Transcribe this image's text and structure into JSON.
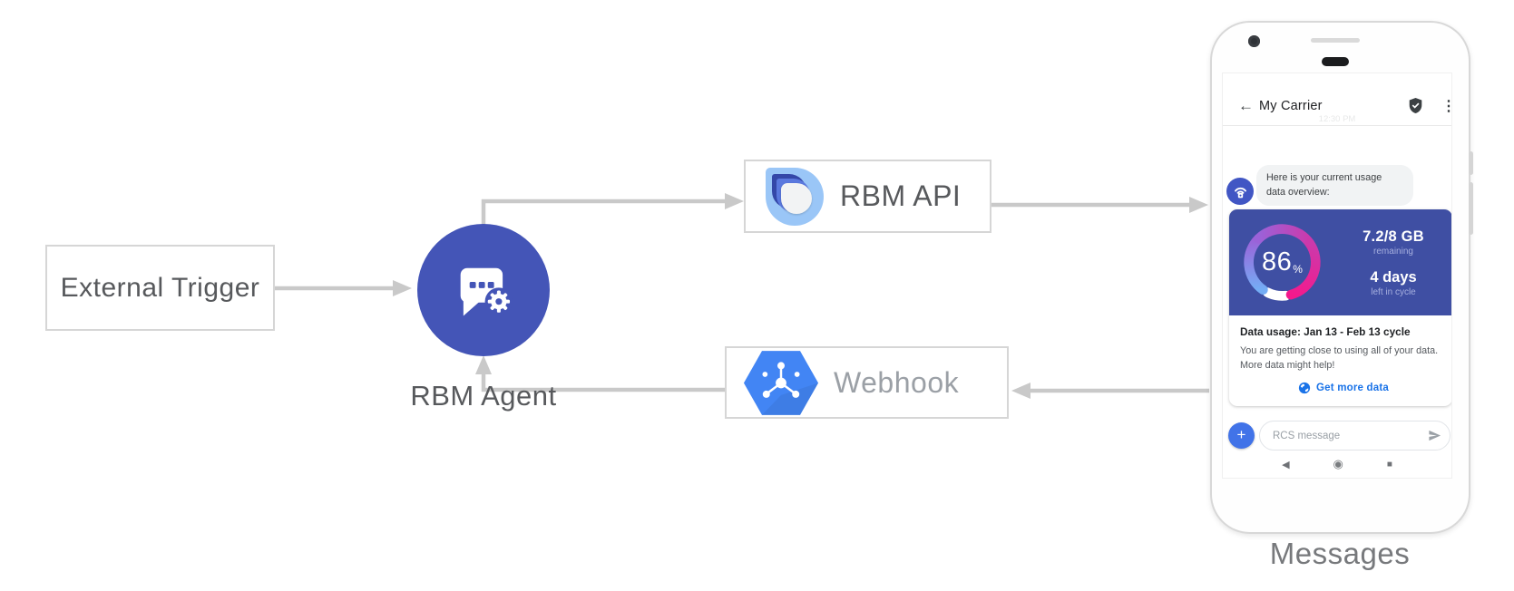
{
  "diagram": {
    "nodes": {
      "external_trigger": "External Trigger",
      "rbm_agent": "RBM Agent",
      "rbm_api": "RBM API",
      "webhook": "Webhook"
    },
    "caption": "Messages"
  },
  "phone": {
    "status_glyphs": [
      "■",
      "●",
      "▼"
    ],
    "header": {
      "back_glyph": "←",
      "title": "My Carrier",
      "menu_glyph": "⋮"
    },
    "timestamp": "12:30 PM",
    "bot_message": "Here is your current usage data overview:",
    "usage_card": {
      "percent": "86",
      "percent_symbol": "%",
      "amount": "7.2/8 GB",
      "amount_caption": "remaining",
      "days": "4 days",
      "days_caption": "left in cycle",
      "title": "Data usage: Jan 13 - Feb 13 cycle",
      "body_line1": "You are getting close to using all of your data.",
      "body_line2": "More data might help!",
      "link_label": "Get more data"
    },
    "compose": {
      "plus_glyph": "+",
      "placeholder": "RCS message"
    },
    "navbar": {
      "back_glyph": "◀",
      "home_glyph": "◉",
      "recents_glyph": "■"
    }
  },
  "colors": {
    "arrow": "#c9c9c9",
    "agent_circle": "#4455b7",
    "card_bg": "#3f4fa3",
    "avatar_blue": "#4156c4",
    "plus_blue": "#4173e8",
    "link_blue": "#1a73e8",
    "hexagon_blue": "#4285f4",
    "gauge_gradient": [
      "#74adf5",
      "#9b62d8",
      "#cc39ab",
      "#f5198c"
    ]
  }
}
